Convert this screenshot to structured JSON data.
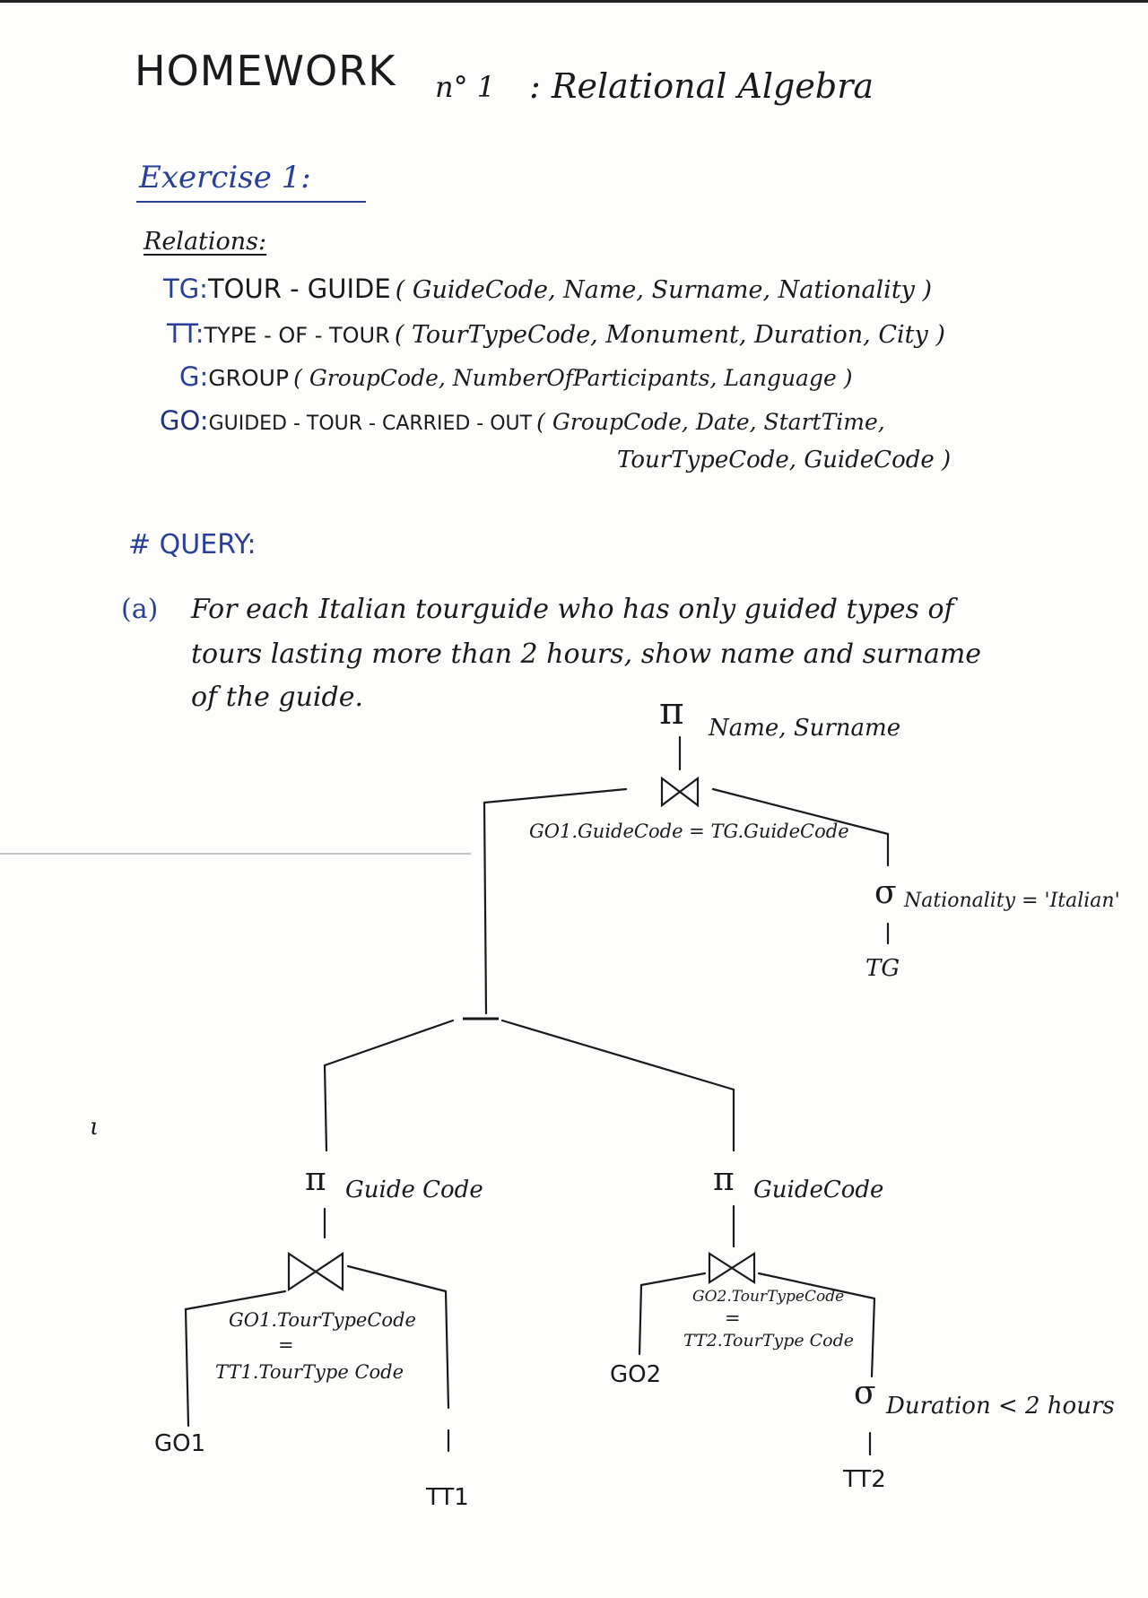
{
  "header": {
    "title": "HOMEWORK",
    "number": "n° 1",
    "subject": ": Relational Algebra"
  },
  "exercise": {
    "label": "Exercise 1:"
  },
  "relations": {
    "label": "Relations:",
    "items": [
      {
        "code": "TG:",
        "name": "TOUR - GUIDE",
        "line": "( GuideCode, Name, Surname, Nationality )"
      },
      {
        "code": "TT:",
        "name": "TYPE - OF - TOUR",
        "line": "( TourTypeCode, Monument, Duration, City )"
      },
      {
        "code": "G:",
        "name": "GROUP",
        "line": "( GroupCode, NumberOfParticipants, Language )"
      },
      {
        "code": "GO:",
        "name": "GUIDED - TOUR - CARRIED - OUT",
        "line": "( GroupCode, Date, StartTime,",
        "line2": "TourTypeCode, GuideCode )"
      }
    ]
  },
  "query_section": {
    "label": "# QUERY:"
  },
  "query_a": {
    "marker": "(a)",
    "line1": "For each Italian tourguide who has only guided types of",
    "line2": "tours lasting more than 2 hours, show name and surname",
    "line3": "of the guide."
  },
  "tree": {
    "pi_symbol": "π",
    "join_symbol": "⋈",
    "sigma_symbol": "σ",
    "top_projection": "Name, Surname",
    "top_join_condition": "GO1.GuideCode = TG.GuideCode",
    "selection_italian": "Nationality = 'Italian'",
    "tg_leaf": "TG",
    "difference": "−",
    "left_projection": "Guide Code",
    "right_projection": "GuideCode",
    "left_join_cond_1": "GO1.TourTypeCode",
    "left_join_eq": "=",
    "left_join_cond_2": "TT1.TourType Code",
    "right_join_cond_1": "GO2.TourTypeCode",
    "right_join_eq": "=",
    "right_join_cond_2": "TT2.TourType Code",
    "selection_duration": "Duration < 2 hours",
    "leaf_go1": "GO1",
    "leaf_tt1": "TT1",
    "leaf_go2": "GO2",
    "leaf_tt2": "TT2"
  },
  "margin_mark": "ι"
}
